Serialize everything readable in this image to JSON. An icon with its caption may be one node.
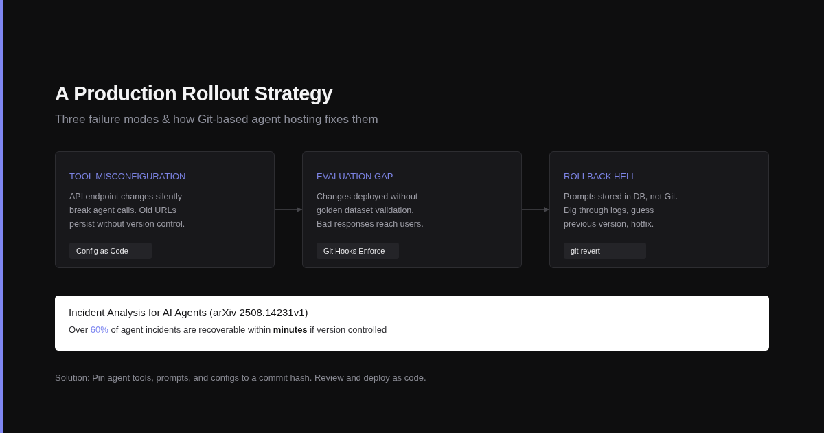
{
  "diagram": {
    "title": "A Production Rollout Strategy",
    "nodes": [
      {
        "text": [
          "TOOL MISCONFIGURATION",
          "API endpoint changes silently break agent calls. Old URLs persist without version control."
        ]
      },
      {
        "text": [
          "Config as Code"
        ],
        "in": 0
      },
      {
        "text": [
          "EVALUATION GAP",
          "Changes deployed without golden dataset validation. Bad responses reach users."
        ]
      },
      {
        "text": [
          "Git Hooks Enforce"
        ],
        "in": 2
      },
      {
        "text": [
          "ROLLBACK HELL",
          "Prompts stored in DB, not Git. Dig through logs, guess previous version, hotfix."
        ]
      },
      {
        "text": [
          "git revert"
        ],
        "in": 4
      },
      {
        "text": [
          "Incident Analysis for AI Agents (arXiv 2508.14231v1)",
          "Over **60%** of agent incidents are recoverable within **minutes** if version controlled"
        ]
      }
    ],
    "edges": [
      {
        "from": 0,
        "to": 2,
        "arrow": "to"
      },
      {
        "from": 2,
        "to": 4,
        "arrow": "to"
      }
    ],
    "labels": [
      "Three failure modes & how Git-based agent hosting fixes them",
      "Solution: Pin agent tools, prompts, and configs to a commit hash. Review and deploy as code."
    ]
  }
}
